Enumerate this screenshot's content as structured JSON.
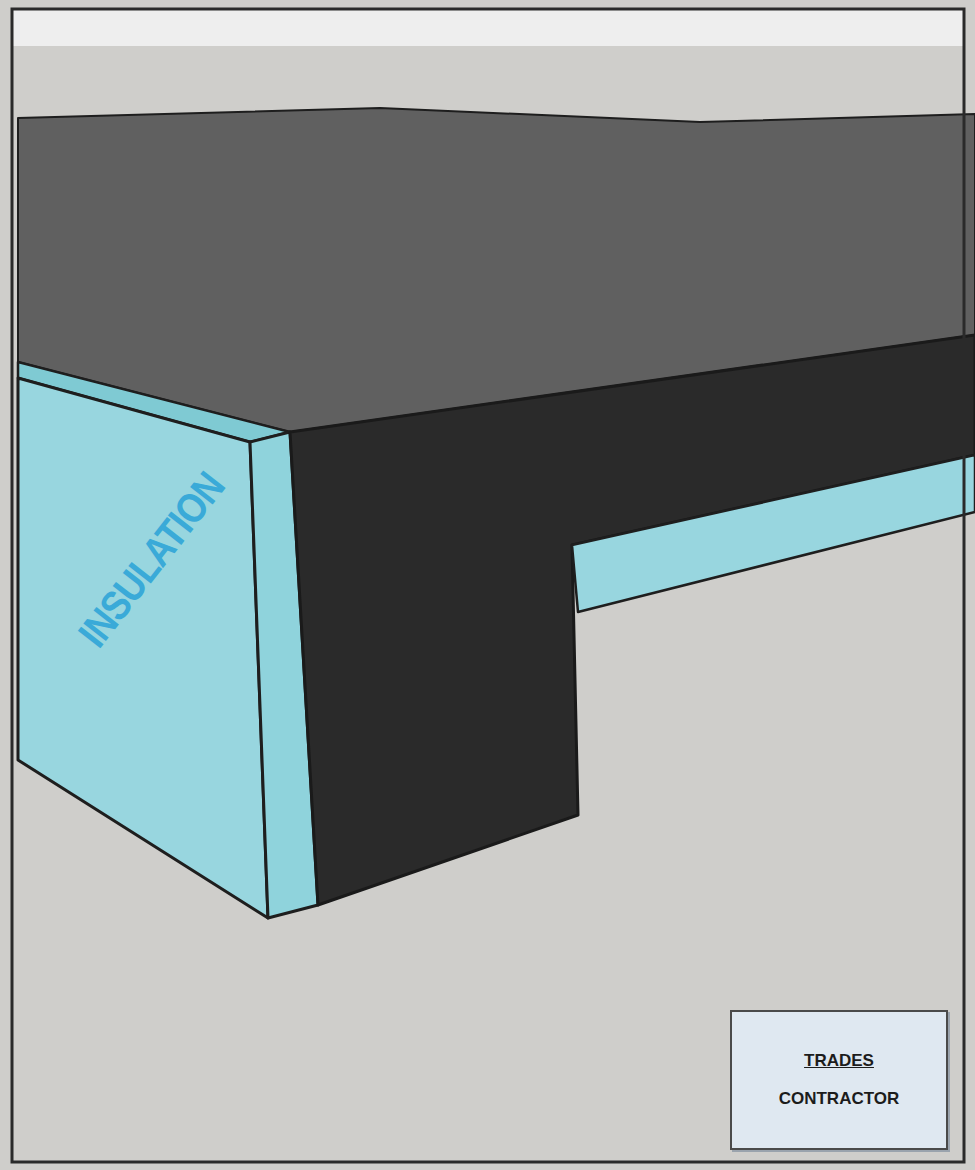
{
  "diagram": {
    "nodes": [
      {
        "text": [
          "TRADES",
          "CONTRACTOR"
        ]
      }
    ],
    "labels": [
      "INSULATION"
    ]
  }
}
